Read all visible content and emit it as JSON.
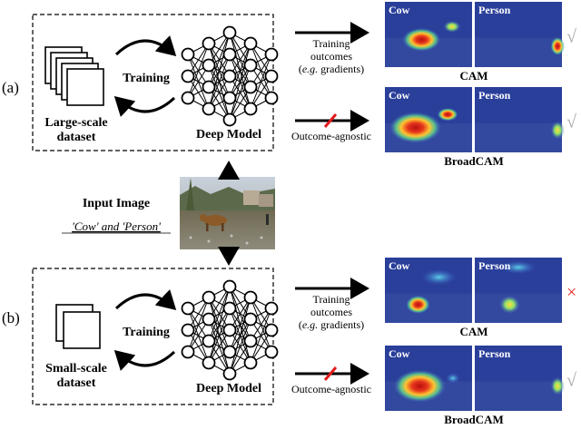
{
  "panels": {
    "a": {
      "label": "(a)",
      "dataset_label_line1": "Large-scale",
      "dataset_label_line2": "dataset",
      "training_label": "Training",
      "model_label": "Deep Model",
      "top_arrow": {
        "line1": "Training",
        "line2": "outcomes",
        "line3_prefix": "(",
        "line3_italic": "e.g.",
        "line3_suffix": " gradients)"
      },
      "bottom_arrow": {
        "label": "Outcome-agnostic"
      },
      "results": [
        {
          "method": "CAM",
          "tiles": [
            "Cow",
            "Person"
          ],
          "mark": "√"
        },
        {
          "method": "BroadCAM",
          "tiles": [
            "Cow",
            "Person"
          ],
          "mark": "√"
        }
      ]
    },
    "b": {
      "label": "(b)",
      "dataset_label_line1": "Small-scale",
      "dataset_label_line2": "dataset",
      "training_label": "Training",
      "model_label": "Deep Model",
      "top_arrow": {
        "line1": "Training",
        "line2": "outcomes",
        "line3_prefix": "(",
        "line3_italic": "e.g.",
        "line3_suffix": " gradients)"
      },
      "bottom_arrow": {
        "label": "Outcome-agnostic"
      },
      "results": [
        {
          "method": "CAM",
          "tiles": [
            "Cow",
            "Person"
          ],
          "mark": "×"
        },
        {
          "method": "BroadCAM",
          "tiles": [
            "Cow",
            "Person"
          ],
          "mark": "√"
        }
      ]
    }
  },
  "input": {
    "title": "Input Image",
    "caption": "'Cow' and 'Person'"
  },
  "colors": {
    "heat_bg": "#2a3f9a",
    "heat_hot": "#d7261b",
    "heat_warm": "#ffd84a",
    "mark_check": "#a8a8a8",
    "mark_cross": "#e0261c",
    "slash": "#e41a1a"
  }
}
